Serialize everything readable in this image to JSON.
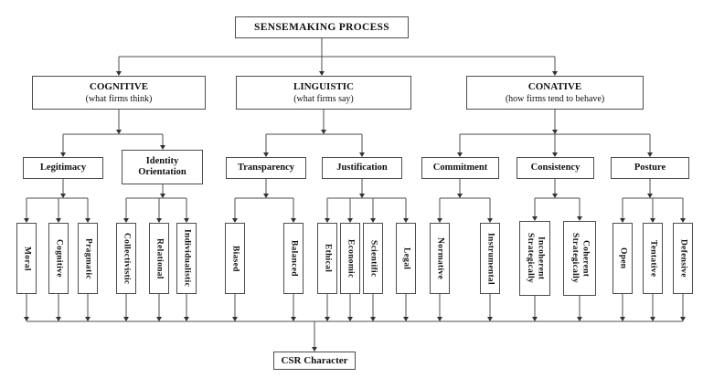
{
  "diagram": {
    "root": {
      "label": "SENSEMAKING PROCESS"
    },
    "branches": {
      "cognitive": {
        "label": "COGNITIVE",
        "subtitle": "(what firms think)"
      },
      "linguistic": {
        "label": "LINGUISTIC",
        "subtitle": "(what firms say)"
      },
      "conative": {
        "label": "CONATIVE",
        "subtitle": "(how firms tend to behave)"
      }
    },
    "dimensions": {
      "legitimacy": {
        "label": "Legitimacy"
      },
      "identity_orientation": {
        "label": "Identity Orientation"
      },
      "transparency": {
        "label": "Transparency"
      },
      "justification": {
        "label": "Justification"
      },
      "commitment": {
        "label": "Commitment"
      },
      "consistency": {
        "label": "Consistency"
      },
      "posture": {
        "label": "Posture"
      }
    },
    "leaves": {
      "moral": {
        "label": "Moral"
      },
      "cognitive": {
        "label": "Cognitive"
      },
      "pragmatic": {
        "label": "Pragmatic"
      },
      "collectivistic": {
        "label": "Collectivistic"
      },
      "relational": {
        "label": "Relational"
      },
      "individualistic": {
        "label": "Individualistic"
      },
      "biased": {
        "label": "Biased"
      },
      "balanced": {
        "label": "Balanced"
      },
      "ethical": {
        "label": "Ethical"
      },
      "economic": {
        "label": "Economic"
      },
      "scientific": {
        "label": "Scientific"
      },
      "legal": {
        "label": "Legal"
      },
      "normative": {
        "label": "Normative"
      },
      "instrumental": {
        "label": "Instrumental"
      },
      "strategically_incoherent": {
        "label": "Strategically Incoherent"
      },
      "strategically_coherent": {
        "label": "Strategically Coherent"
      },
      "open": {
        "label": "Open"
      },
      "tentative": {
        "label": "Tentative"
      },
      "defensive": {
        "label": "Defensive"
      }
    },
    "outcome": {
      "label": "CSR Character"
    },
    "hierarchy": {
      "SENSEMAKING PROCESS": [
        "COGNITIVE",
        "LINGUISTIC",
        "CONATIVE"
      ],
      "COGNITIVE": [
        "Legitimacy",
        "Identity Orientation"
      ],
      "LINGUISTIC": [
        "Transparency",
        "Justification"
      ],
      "CONATIVE": [
        "Commitment",
        "Consistency",
        "Posture"
      ],
      "Legitimacy": [
        "Moral",
        "Cognitive",
        "Pragmatic"
      ],
      "Identity Orientation": [
        "Collectivistic",
        "Relational",
        "Individualistic"
      ],
      "Transparency": [
        "Biased",
        "Balanced"
      ],
      "Justification": [
        "Ethical",
        "Economic",
        "Scientific",
        "Legal"
      ],
      "Commitment": [
        "Normative",
        "Instrumental"
      ],
      "Consistency": [
        "Strategically Incoherent",
        "Strategically Coherent"
      ],
      "Posture": [
        "Open",
        "Tentative",
        "Defensive"
      ],
      "all_leaves_feed_into": "CSR Character"
    },
    "colors": {
      "line": "#4d4d4d",
      "border": "#4d4d4d",
      "background": "#ffffff",
      "text": "#111111"
    }
  }
}
